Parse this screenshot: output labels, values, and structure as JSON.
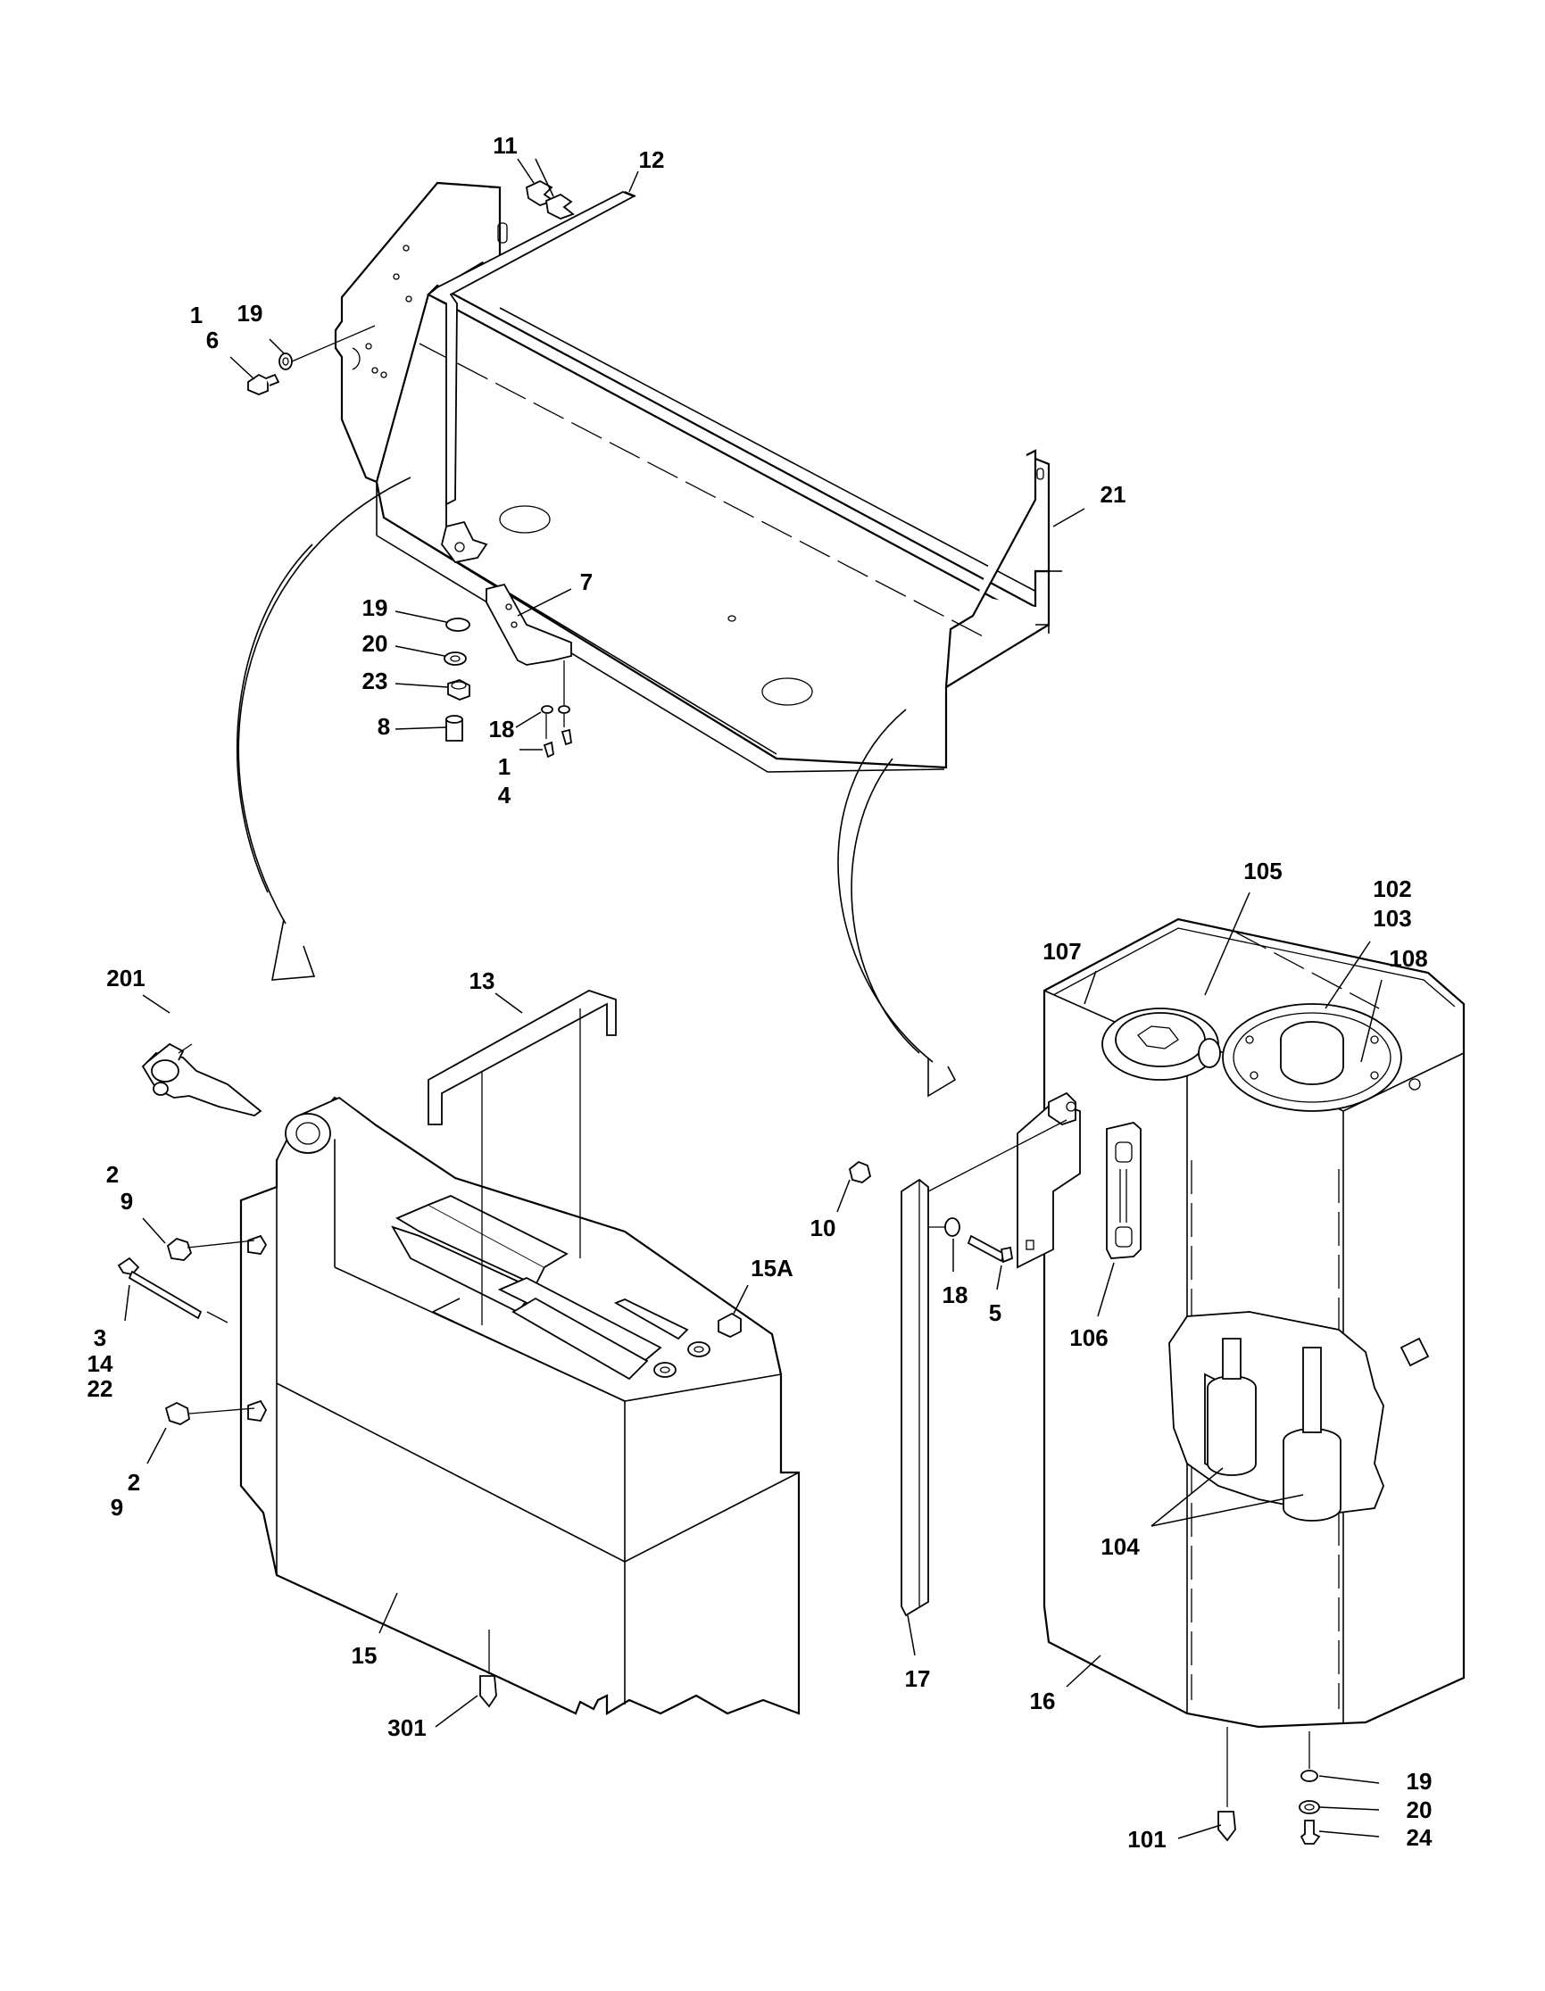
{
  "callouts": {
    "c11": "11",
    "c12": "12",
    "c1a": "1",
    "c6": "6",
    "c19a": "19",
    "c21": "21",
    "c7": "7",
    "c19b": "19",
    "c20a": "20",
    "c23": "23",
    "c8": "8",
    "c18a": "18",
    "c1b": "1",
    "c4": "4",
    "c201": "201",
    "c13": "13",
    "c2a": "2",
    "c9a": "9",
    "c3": "3",
    "c14": "14",
    "c22": "22",
    "c2b": "2",
    "c9b": "9",
    "c15A": "15A",
    "c15": "15",
    "c301": "301",
    "c105": "105",
    "c102": "102",
    "c103": "103",
    "c107": "107",
    "c108": "108",
    "c10": "10",
    "c18b": "18",
    "c5": "5",
    "c106": "106",
    "c104": "104",
    "c17": "17",
    "c16": "16",
    "c101": "101",
    "c19c": "19",
    "c20b": "20",
    "c24": "24"
  }
}
